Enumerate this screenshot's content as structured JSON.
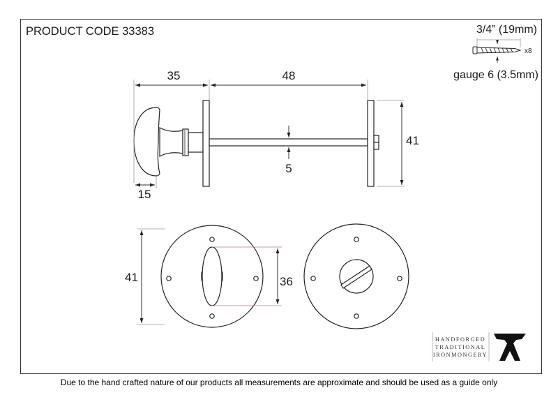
{
  "sheet": {
    "title": "PRODUCT CODE 33383",
    "disclaimer": "Due to the hand crafted nature of our products all measurements are approximate and should be used as a guide only"
  },
  "screw": {
    "length": "3/4” (19mm)",
    "quantity": "x8",
    "gauge": "gauge 6 (3.5mm)"
  },
  "side_view": {
    "knob_length": "35",
    "spindle_length": "48",
    "knob_width": "15",
    "spindle_diameter": "5",
    "plate_height": "41"
  },
  "front_view": {
    "rose_diameter": "41",
    "turn_height": "36"
  },
  "brand": {
    "lines": [
      "HANDFORGED",
      "TRADITIONAL",
      "IRONMONGERY"
    ],
    "mark_letter": "A"
  }
}
